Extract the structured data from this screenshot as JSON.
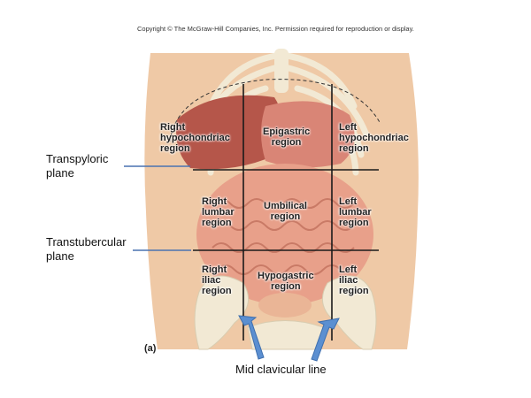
{
  "copyright": "Copyright © The McGraw-Hill Companies, Inc. Permission required for reproduction or display.",
  "regions": {
    "right_hypochondriac": "Right\nhypochondriac\nregion",
    "epigastric": "Epigastric\nregion",
    "left_hypochondriac": "Left\nhypochondriac\nregion",
    "right_lumbar": "Right\nlumbar\nregion",
    "umbilical": "Umbilical\nregion",
    "left_lumbar": "Left\nlumbar\nregion",
    "right_iliac": "Right\niliac\nregion",
    "hypogastric": "Hypogastric\nregion",
    "left_iliac": "Left\niliac\nregion"
  },
  "planes": {
    "transpyloric": "Transpyloric\nplane",
    "transtubercular": "Transtubercular\nplane"
  },
  "panel_letter": "(a)",
  "mid_clavicular_label": "Mid clavicular line",
  "colors": {
    "skin": "#efc9a6",
    "intestine": "#e8a08a",
    "liver": "#b5564a",
    "stomach": "#d98576",
    "bone": "#f2e9d4",
    "grid_line": "#1a1a1a",
    "pointer_line": "#4a72b0",
    "arrow": "#5b8fd1"
  }
}
